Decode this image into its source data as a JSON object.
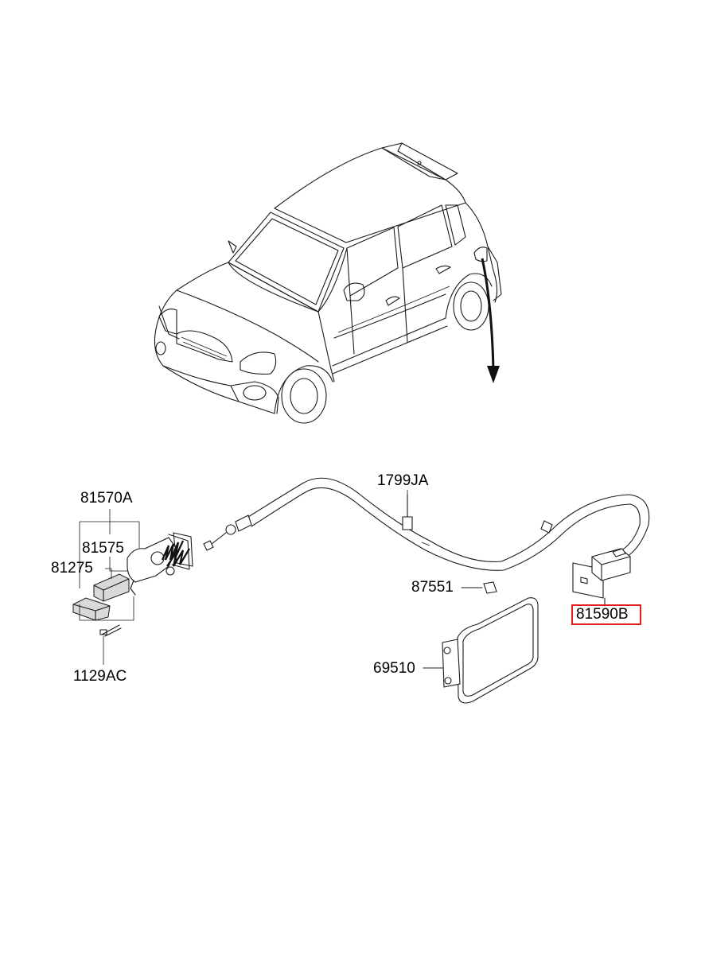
{
  "parts": {
    "p81570A": "81570A",
    "p81575": "81575",
    "p81275": "81275",
    "p1129AC": "1129AC",
    "p1799JA": "1799JA",
    "p87551": "87551",
    "p69510": "69510",
    "p81590B": "81590B"
  },
  "highlight": {
    "part": "81590B",
    "color": "#e0211b"
  },
  "icons": {
    "vehicle": "vehicle-illustration",
    "arrow": "arrow-down-icon"
  }
}
